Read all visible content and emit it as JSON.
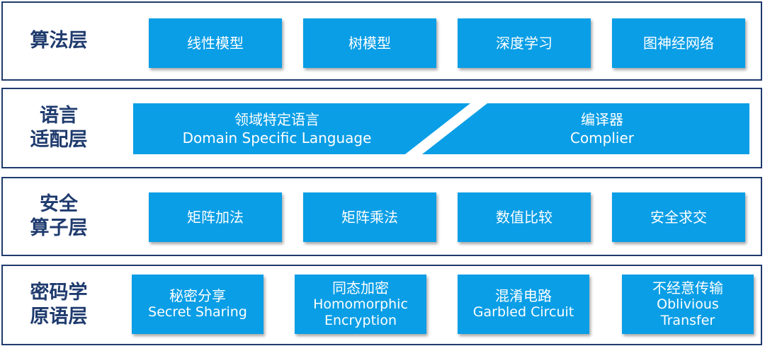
{
  "layers": [
    {
      "label_lines": [
        "算法层"
      ],
      "boxes": [
        {
          "lines": [
            "线性模型"
          ]
        },
        {
          "lines": [
            "树模型"
          ]
        },
        {
          "lines": [
            "深度学习"
          ]
        },
        {
          "lines": [
            "图神经网络"
          ]
        }
      ]
    },
    {
      "label_lines": [
        "语言",
        "适配层"
      ],
      "left_block": {
        "lines": [
          "领域特定语言",
          "Domain Specific Language"
        ]
      },
      "right_block": {
        "lines": [
          "编译器",
          "Complier"
        ]
      }
    },
    {
      "label_lines": [
        "安全",
        "算子层"
      ],
      "boxes": [
        {
          "lines": [
            "矩阵加法"
          ]
        },
        {
          "lines": [
            "矩阵乘法"
          ]
        },
        {
          "lines": [
            "数值比较"
          ]
        },
        {
          "lines": [
            "安全求交"
          ]
        }
      ]
    },
    {
      "label_lines": [
        "密码学",
        "原语层"
      ],
      "boxes": [
        {
          "lines": [
            "秘密分享",
            "Secret Sharing"
          ]
        },
        {
          "lines": [
            "同态加密",
            "Homomorphic",
            "Encryption"
          ]
        },
        {
          "lines": [
            "混淆电路",
            "Garbled Circuit"
          ]
        },
        {
          "lines": [
            "不经意传输",
            "Oblivious",
            "Transfer"
          ]
        }
      ]
    }
  ],
  "colors": {
    "border": "#1f3b6e",
    "label": "#1f3b6e",
    "box_fill": "#0a9ee6",
    "box_text": "#ffffff"
  }
}
